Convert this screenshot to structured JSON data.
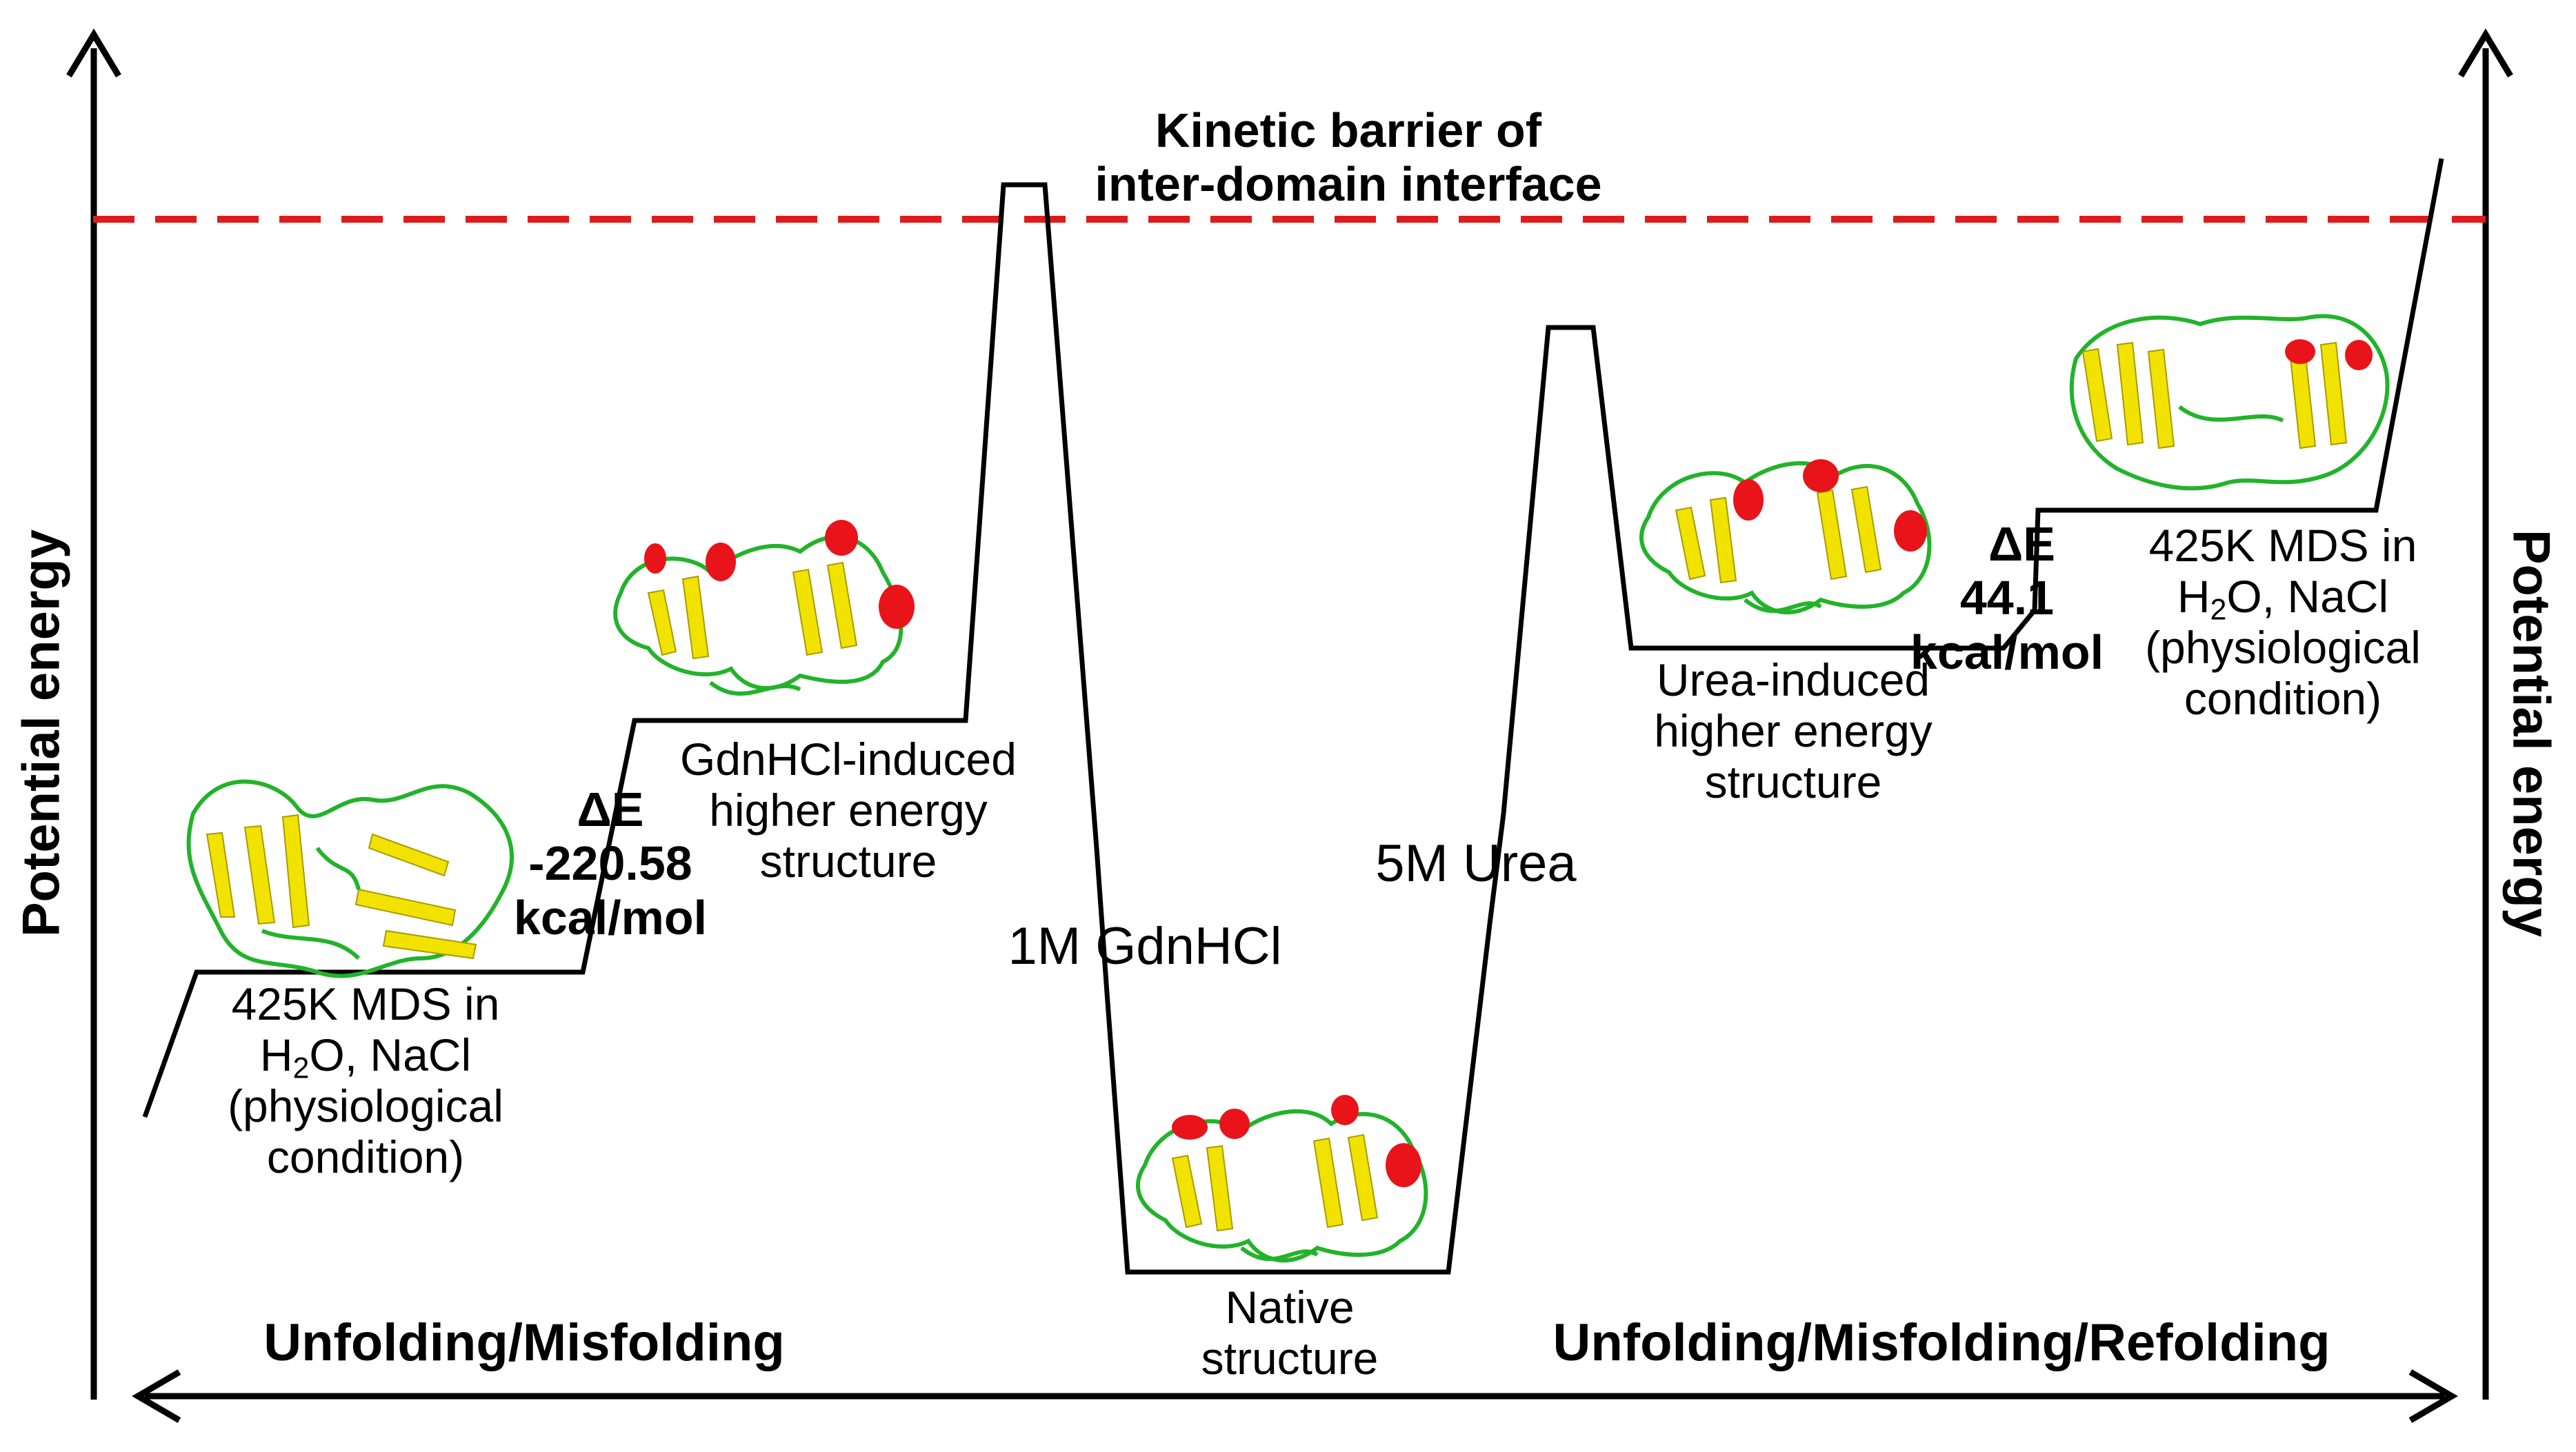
{
  "axis": {
    "left_label": "Potential energy",
    "right_label": "Potential energy"
  },
  "barrier": {
    "line1": "Kinetic barrier of",
    "line2": "inter-domain interface"
  },
  "left_state": {
    "line1": "425K MDS in",
    "line2_pre": "H",
    "line2_sub": "2",
    "line2_post": "O, NaCl",
    "line3": "(physiological",
    "line4": "condition)"
  },
  "delta_left": {
    "symbol": "ΔE",
    "value": "-220.58",
    "unit": "kcal/mol"
  },
  "gdn_state": {
    "line1": "GdnHCl-induced",
    "line2": "higher energy",
    "line3": "structure"
  },
  "gdn_condition": "1M GdnHCl",
  "native_state": {
    "line1": "Native",
    "line2": "structure"
  },
  "urea_condition": "5M Urea",
  "urea_state": {
    "line1": "Urea-induced",
    "line2": "higher energy",
    "line3": "structure"
  },
  "delta_right": {
    "symbol": "ΔE",
    "value": "44.1",
    "unit": "kcal/mol"
  },
  "right_state": {
    "line1": "425K MDS in",
    "line2_pre": "H",
    "line2_sub": "2",
    "line2_post": "O, NaCl",
    "line3": "(physiological",
    "line4": "condition)"
  },
  "bottom": {
    "left_label": "Unfolding/Misfolding",
    "right_label": "Unfolding/Misfolding/Refolding"
  },
  "colors": {
    "barrier_line": "#e01b1b",
    "helix": "#e8141a",
    "strand": "#f2e200",
    "loop": "#22b32a"
  }
}
